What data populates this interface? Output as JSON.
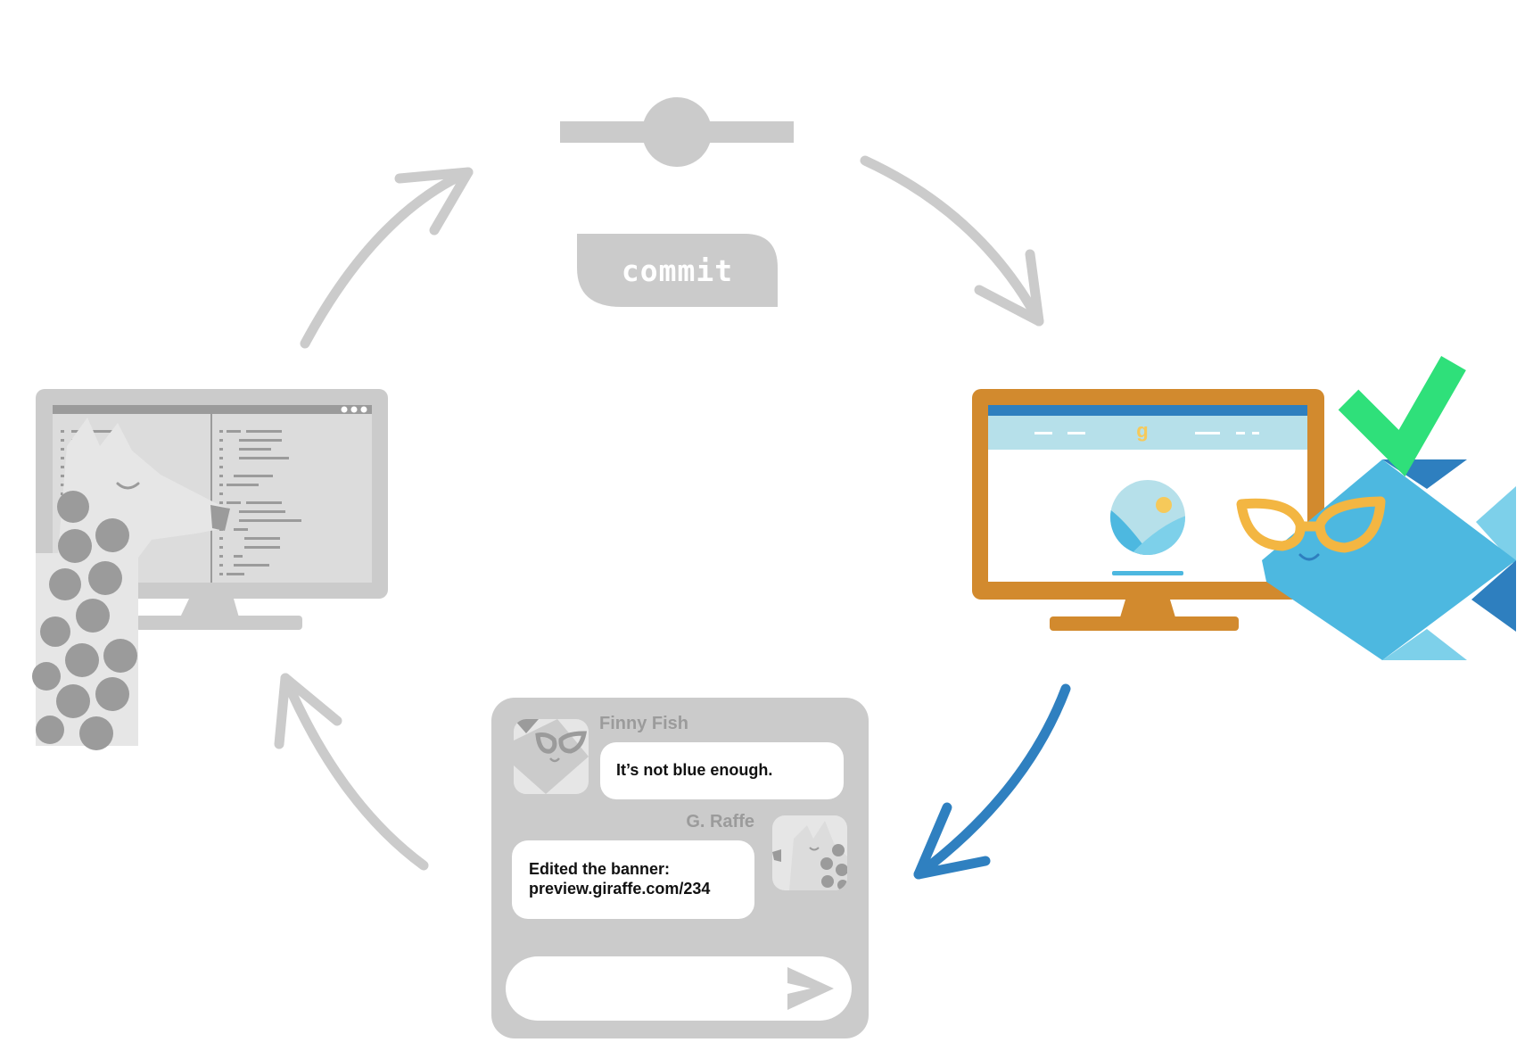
{
  "commit": {
    "label": "commit"
  },
  "preview_site": {
    "logo_letter": "g"
  },
  "chat": {
    "messages": [
      {
        "sender": "Finny Fish",
        "lines": [
          "It’s not blue enough."
        ]
      },
      {
        "sender": "G. Raffe",
        "lines": [
          "Edited the banner:",
          "preview.giraffe.com/234"
        ]
      }
    ],
    "input": {
      "value": "",
      "placeholder": ""
    },
    "send_icon": "send-arrow-icon"
  },
  "icons": {
    "check": "checkmark-icon",
    "fish": "fish-character-icon",
    "giraffe": "giraffe-character-icon"
  },
  "colors": {
    "gray_light": "#cbcbcb",
    "gray_mid": "#9b9b9b",
    "orange_monitor": "#d28a2e",
    "fish_blue": "#4db8e0",
    "fish_dark_blue": "#2e7fbf",
    "fish_light_blue": "#7dd0ea",
    "banner_blue": "#b6e0ea",
    "glasses_yellow": "#f3b642",
    "check_green": "#2fe07a",
    "active_arrow_blue": "#2f80c0"
  }
}
